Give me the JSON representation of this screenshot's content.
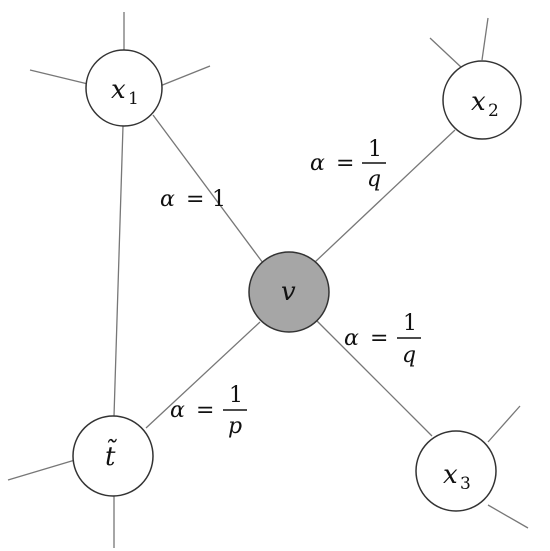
{
  "colors": {
    "node_fill": "#ffffff",
    "center_fill": "#a6a6a6",
    "stroke": "#333333",
    "edge": "#777777"
  },
  "nodes": {
    "v": {
      "label": "v",
      "sub": ""
    },
    "x1": {
      "label": "x",
      "sub": "1"
    },
    "x2": {
      "label": "x",
      "sub": "2"
    },
    "x3": {
      "label": "x",
      "sub": "3"
    },
    "t": {
      "label": "t̃",
      "sub": ""
    }
  },
  "edges": {
    "v_x1": {
      "alpha": "α",
      "eq": "=",
      "value": "1"
    },
    "v_x2": {
      "alpha": "α",
      "eq": "=",
      "num": "1",
      "den": "q"
    },
    "v_x3": {
      "alpha": "α",
      "eq": "=",
      "num": "1",
      "den": "q"
    },
    "v_t": {
      "alpha": "α",
      "eq": "=",
      "num": "1",
      "den": "p"
    }
  }
}
